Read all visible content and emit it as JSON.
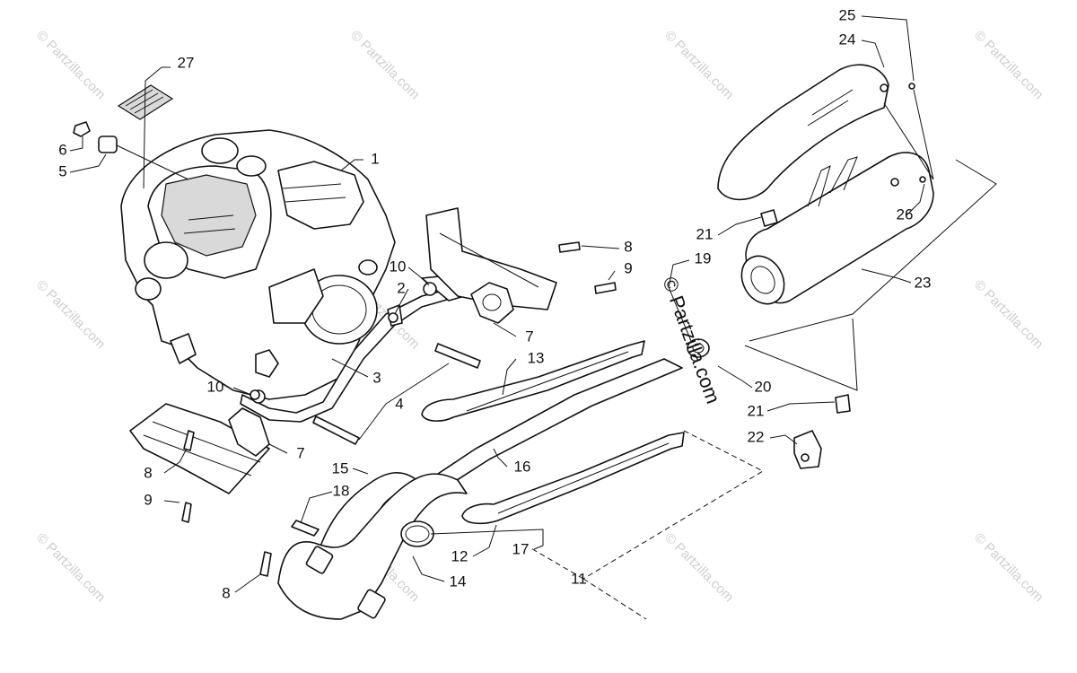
{
  "watermark": {
    "text": "© Partzilla.com",
    "center_text": "© Partzilla.com"
  },
  "callouts": [
    {
      "id": "c1",
      "label": "1"
    },
    {
      "id": "c2",
      "label": "2"
    },
    {
      "id": "c3",
      "label": "3"
    },
    {
      "id": "c4",
      "label": "4"
    },
    {
      "id": "c5",
      "label": "5"
    },
    {
      "id": "c6",
      "label": "6"
    },
    {
      "id": "c7a",
      "label": "7"
    },
    {
      "id": "c7b",
      "label": "7"
    },
    {
      "id": "c8a",
      "label": "8"
    },
    {
      "id": "c8b",
      "label": "8"
    },
    {
      "id": "c8c",
      "label": "8"
    },
    {
      "id": "c9a",
      "label": "9"
    },
    {
      "id": "c9b",
      "label": "9"
    },
    {
      "id": "c10a",
      "label": "10"
    },
    {
      "id": "c10b",
      "label": "10"
    },
    {
      "id": "c11",
      "label": "11"
    },
    {
      "id": "c12",
      "label": "12"
    },
    {
      "id": "c13",
      "label": "13"
    },
    {
      "id": "c14",
      "label": "14"
    },
    {
      "id": "c15",
      "label": "15"
    },
    {
      "id": "c16",
      "label": "16"
    },
    {
      "id": "c17",
      "label": "17"
    },
    {
      "id": "c18",
      "label": "18"
    },
    {
      "id": "c19",
      "label": "19"
    },
    {
      "id": "c20",
      "label": "20"
    },
    {
      "id": "c21a",
      "label": "21"
    },
    {
      "id": "c21b",
      "label": "21"
    },
    {
      "id": "c22",
      "label": "22"
    },
    {
      "id": "c23",
      "label": "23"
    },
    {
      "id": "c24",
      "label": "24"
    },
    {
      "id": "c25",
      "label": "25"
    },
    {
      "id": "c26",
      "label": "26"
    },
    {
      "id": "c27",
      "label": "27"
    }
  ]
}
